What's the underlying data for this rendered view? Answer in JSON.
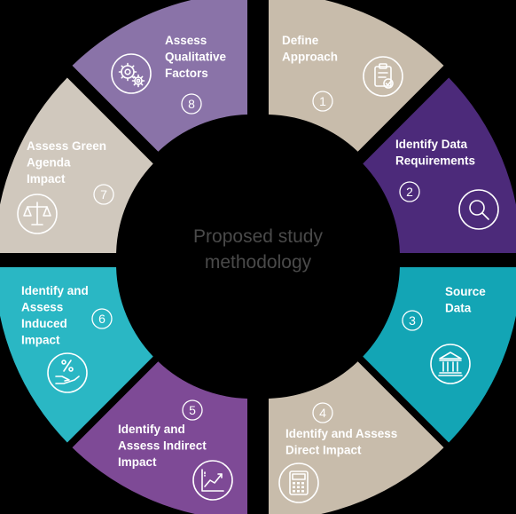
{
  "center": {
    "line1": "Proposed study",
    "line2": "methodology"
  },
  "segments": [
    {
      "number": "1",
      "lines": [
        "Define",
        "Approach"
      ],
      "color": "#c8bcab",
      "icon": "clipboard-check-icon"
    },
    {
      "number": "2",
      "lines": [
        "Identify Data",
        "Requirements"
      ],
      "color": "#4c2a7a",
      "icon": "magnifier-icon"
    },
    {
      "number": "3",
      "lines": [
        "Source",
        "Data"
      ],
      "color": "#13a5b5",
      "icon": "bank-icon"
    },
    {
      "number": "4",
      "lines": [
        "Identify and Assess",
        "Direct Impact"
      ],
      "color": "#c8bcab",
      "icon": "calculator-icon"
    },
    {
      "number": "5",
      "lines": [
        "Identify and",
        "Assess Indirect",
        "Impact"
      ],
      "color": "#7e4a96",
      "icon": "trend-chart-icon"
    },
    {
      "number": "6",
      "lines": [
        "Identify and",
        "Assess",
        "Induced",
        "Impact"
      ],
      "color": "#2ab7c4",
      "icon": "percent-hand-icon"
    },
    {
      "number": "7",
      "lines": [
        "Assess Green",
        "Agenda",
        "Impact"
      ],
      "color": "#d0c8bd",
      "icon": "scales-icon"
    },
    {
      "number": "8",
      "lines": [
        "Assess",
        "Qualitative",
        "Factors"
      ],
      "color": "#8a73a8",
      "icon": "gears-icon"
    }
  ]
}
